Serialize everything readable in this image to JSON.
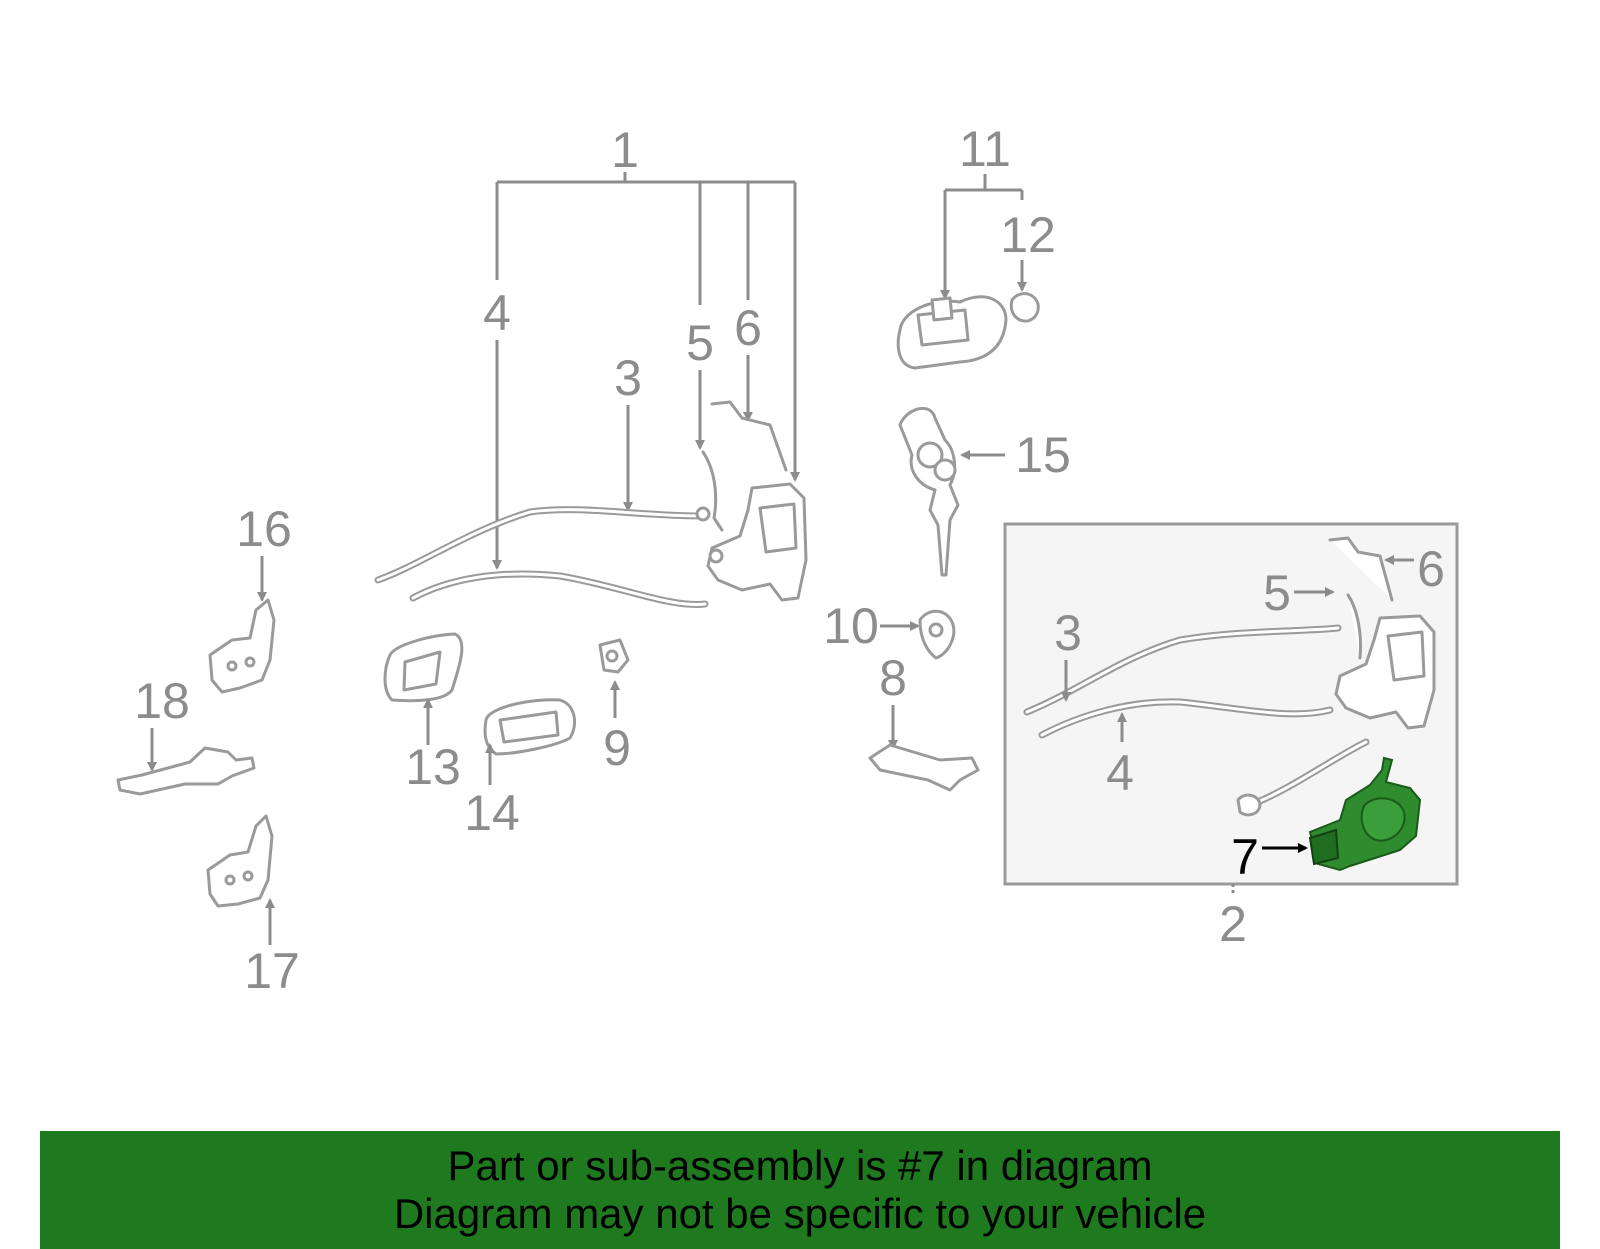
{
  "callouts": {
    "c1": "1",
    "c2": "2",
    "c3": "3",
    "c4": "4",
    "c5": "5",
    "c6": "6",
    "c7": "7",
    "c8": "8",
    "c9": "9",
    "c10": "10",
    "c11": "11",
    "c12": "12",
    "c13": "13",
    "c14": "14",
    "c15": "15",
    "c16": "16",
    "c17": "17",
    "c18": "18",
    "inset_c3": "3",
    "inset_c4": "4",
    "inset_c5": "5",
    "inset_c6": "6"
  },
  "highlight": {
    "part_number": "7",
    "color": "#2e8b2e"
  },
  "banner": {
    "line1": "Part or sub-assembly is #7 in diagram",
    "line2": "Diagram may not be specific to your vehicle",
    "color": "#1f7a1f"
  }
}
